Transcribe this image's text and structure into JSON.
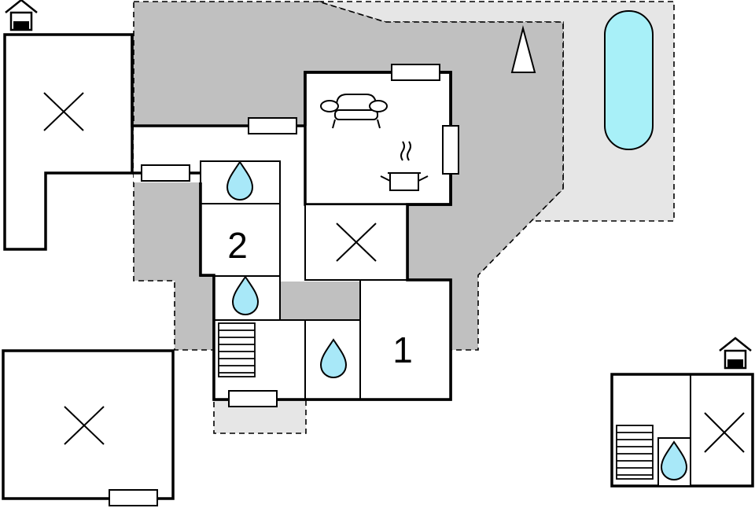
{
  "floorplan": {
    "room_labels": {
      "bedroom_2": "2",
      "bedroom_1": "1"
    },
    "icons": [
      "house-icon",
      "house-icon",
      "north-arrow-icon",
      "pool",
      "sofa-icon",
      "kitchen-pot-icon",
      "water-drop-icon",
      "water-drop-icon",
      "water-drop-icon",
      "water-drop-icon",
      "stairs-icon",
      "stairs-icon",
      "cross-mark-icon",
      "cross-mark-icon",
      "cross-mark-icon",
      "cross-mark-icon"
    ],
    "colors": {
      "terrace": "#c0c0c0",
      "garden": "#e6e6e6",
      "pool_water": "#a8f0f8",
      "drop_fill": "#a8e8f8",
      "wall": "#000000",
      "room": "#ffffff"
    }
  }
}
